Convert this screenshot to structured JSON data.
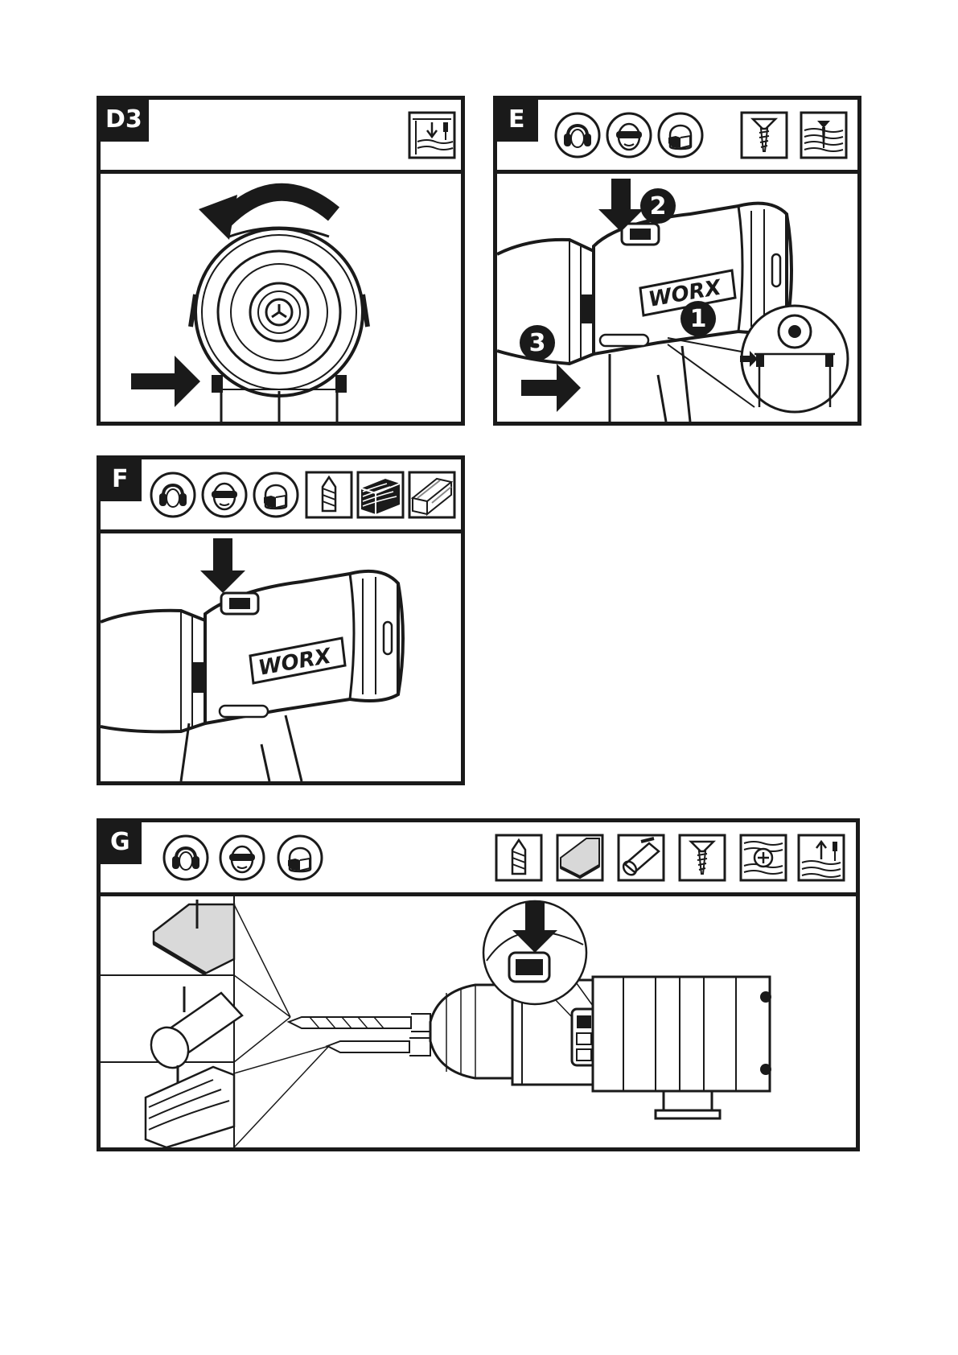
{
  "panels": {
    "d3": {
      "label": "D3"
    },
    "e": {
      "label": "E",
      "steps": [
        "1",
        "2",
        "3"
      ],
      "brand": "WORX"
    },
    "f": {
      "label": "F",
      "brand": "WORX"
    },
    "g": {
      "label": "G"
    }
  },
  "icons": {
    "d3": [
      "screw-depth-down-icon"
    ],
    "e": [
      "ear-protection-icon",
      "eye-protection-icon",
      "dust-mask-icon",
      "screw-icon",
      "screw-into-wood-icon"
    ],
    "f": [
      "ear-protection-icon",
      "eye-protection-icon",
      "dust-mask-icon",
      "drill-bit-icon",
      "wood-icon",
      "metal-profile-icon"
    ],
    "g": [
      "ear-protection-icon",
      "eye-protection-icon",
      "dust-mask-icon",
      "drill-bit-icon",
      "sheet-material-icon",
      "pipe-icon",
      "screw-icon",
      "screw-head-in-wood-icon",
      "screw-depth-up-icon"
    ]
  },
  "colors": {
    "ink": "#1a1a1a",
    "paper": "#ffffff"
  }
}
